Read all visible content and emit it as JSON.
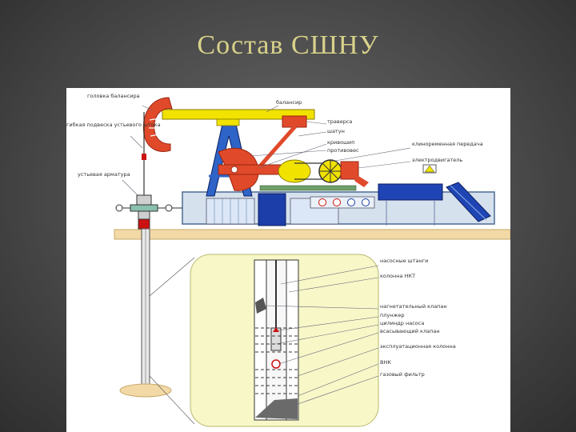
{
  "slide": {
    "title": "Состав СШНУ"
  },
  "labels": {
    "l1": "головка балансира",
    "l2": "балансир",
    "l3": "гибкая подвеска устьевого штока",
    "l4": "траверса",
    "l5": "шатун",
    "l6": "кривошип",
    "l7": "противовес",
    "l8": "клиноременная передача",
    "l9": "электродвигатель",
    "l10": "устьевая арматура",
    "r1": "насосные штанги",
    "r2": "колонна НКТ",
    "r3": "нагнетательный клапан",
    "r4": "плунжер",
    "r5": "цилиндр насоса",
    "r6": "всасывающий клапан",
    "r7": "эксплуатационная колонна",
    "r8": "ВНК",
    "r9": "газовый фильтр"
  }
}
